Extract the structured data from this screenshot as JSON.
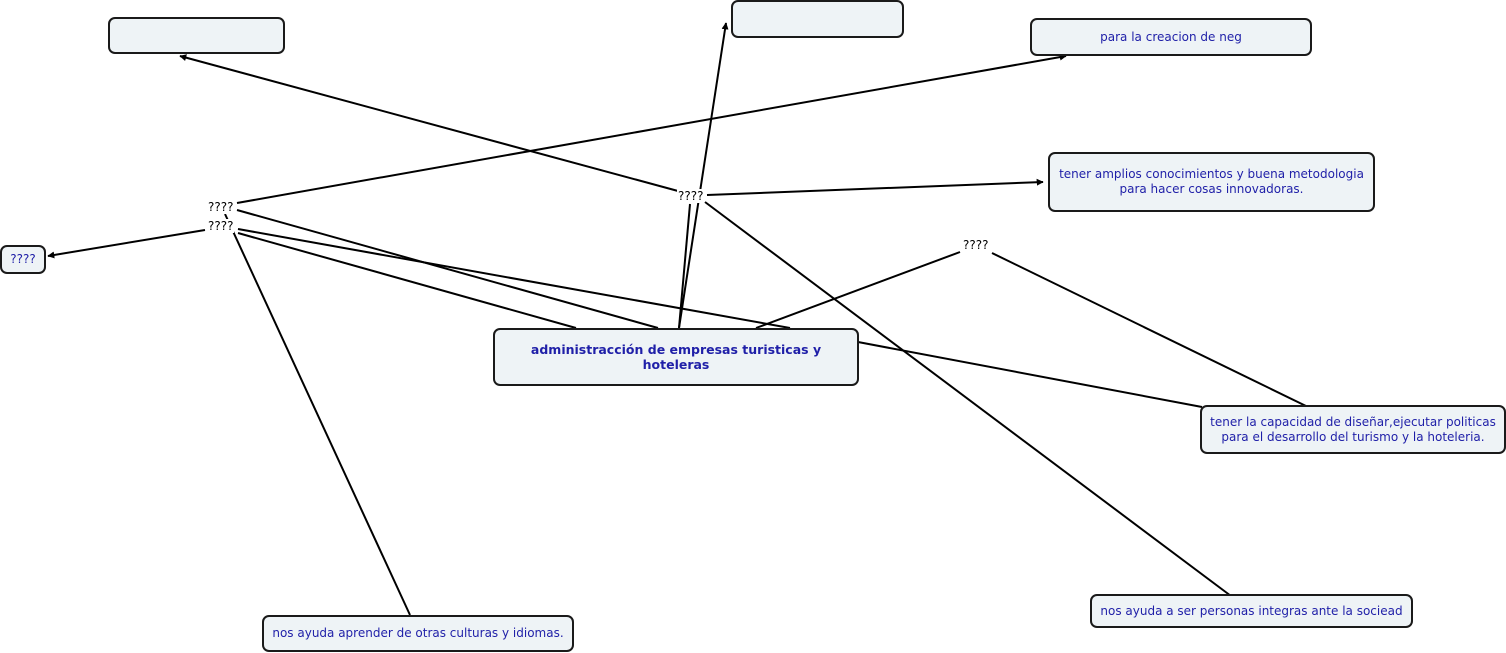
{
  "colors": {
    "node_fill": "#eef3f6",
    "node_border": "#1a1a1a",
    "node_text": "#1f1fa8",
    "line": "#000000",
    "label_text": "#000000"
  },
  "concepts": {
    "main": "administracción de empresas turisticas y hoteleras",
    "top_left_empty": "",
    "top_center_empty": "",
    "creacion": "para la creacion de neg",
    "conocimientos": "tener amplios conocimientos y buena metodologia\npara hacer cosas innovadoras.",
    "left_small": "????",
    "capacidad": "tener la capacidad de diseñar,ejecutar politicas\npara el desarrollo del turismo y la hoteleria.",
    "culturas": "nos ayuda aprender de otras culturas y idiomas.",
    "integras": "nos ayuda a ser personas integras ante la sociead"
  },
  "link_labels": {
    "left_upper": "????",
    "left_lower": "????",
    "center": "????",
    "right": "????"
  }
}
